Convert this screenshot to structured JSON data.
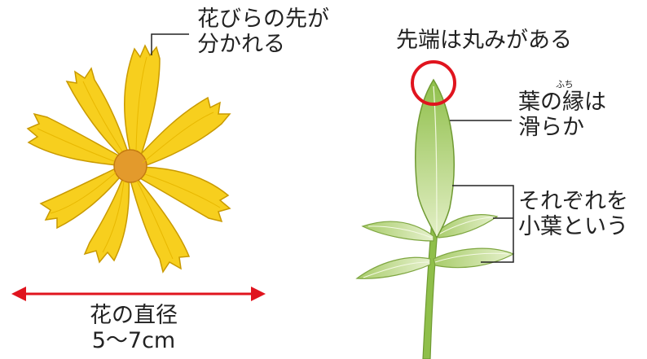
{
  "flower": {
    "petal_tip_label": [
      "花びらの先が",
      "分かれる"
    ],
    "diameter_label": [
      "花の直径",
      "5〜7cm"
    ]
  },
  "leaf": {
    "tip_label": "先端は丸みがある",
    "edge_label": [
      "葉の縁は",
      "滑らか"
    ],
    "edge_ruby": "ふち",
    "leaflet_label": [
      "それぞれを",
      "小葉という"
    ]
  },
  "colors": {
    "petal": "#f7cf1e",
    "petal_outline": "#c99a00",
    "center": "#e39a2c",
    "leaf": "#9cc45a",
    "leaf_light": "#dbeab9",
    "arrow": "#e0141e",
    "circle": "#e0141e",
    "leader_line": "#222222"
  }
}
